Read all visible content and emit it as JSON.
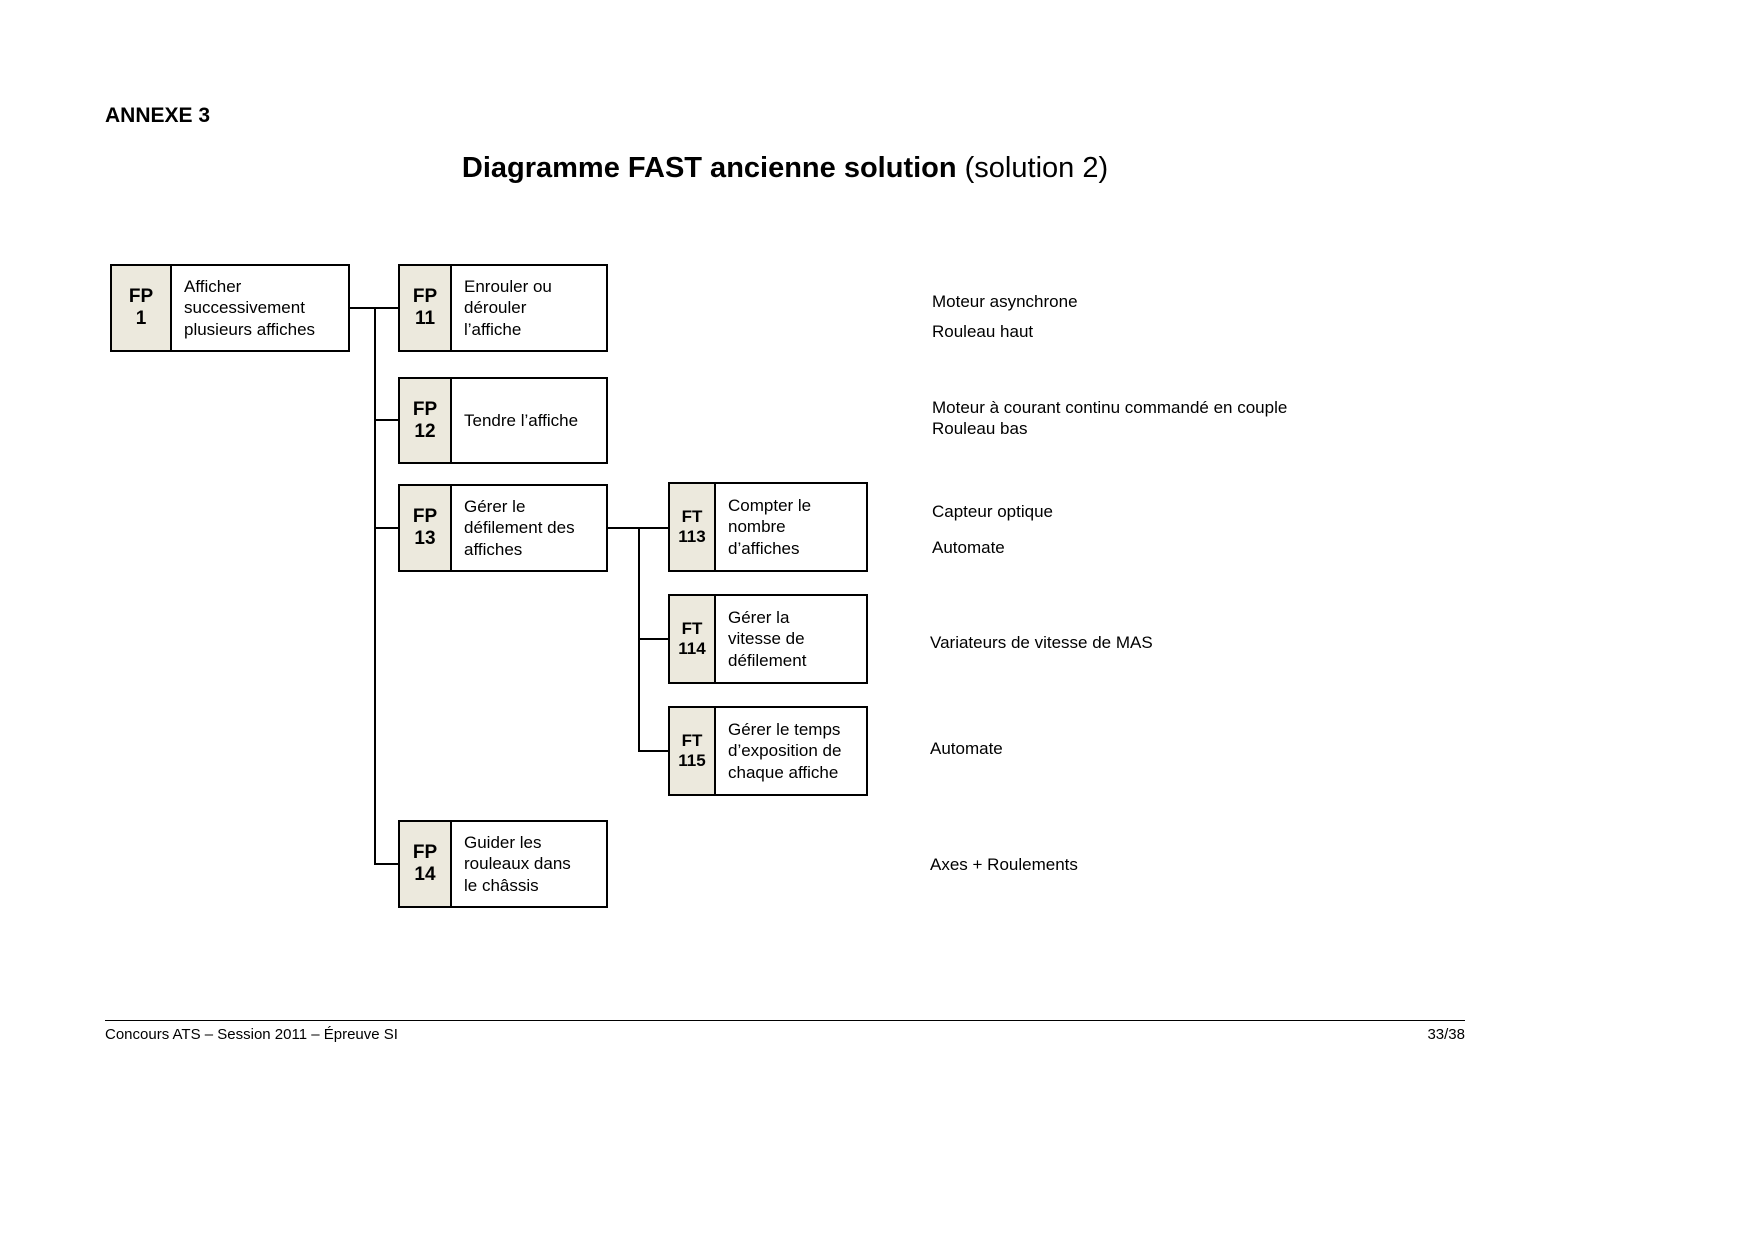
{
  "page": {
    "annexe": "ANNEXE 3",
    "title_bold": "Diagramme FAST ancienne solution",
    "title_normal": " (solution 2)",
    "footer_left": "Concours ATS – Session 2011 – Épreuve SI",
    "footer_right": "33/38"
  },
  "colors": {
    "node_code_bg": "#ece9dd",
    "border": "#000000"
  },
  "nodes": {
    "fp1": {
      "tag": "FP",
      "num": "1",
      "label": "Afficher\nsuccessivement\nplusieurs affiches"
    },
    "fp11": {
      "tag": "FP",
      "num": "11",
      "label": "Enrouler ou\ndérouler\nl’affiche"
    },
    "fp12": {
      "tag": "FP",
      "num": "12",
      "label": "Tendre l’affiche"
    },
    "fp13": {
      "tag": "FP",
      "num": "13",
      "label": "Gérer le\ndéfilement des\naffiches"
    },
    "fp14": {
      "tag": "FP",
      "num": "14",
      "label": "Guider les\nrouleaux dans\nle châssis"
    },
    "ft113": {
      "tag": "FT",
      "num": "113",
      "label": "Compter le\nnombre\nd’affiches"
    },
    "ft114": {
      "tag": "FT",
      "num": "114",
      "label": "Gérer la\nvitesse de\ndéfilement"
    },
    "ft115": {
      "tag": "FT",
      "num": "115",
      "label": "Gérer le temps\nd’exposition de\nchaque affiche"
    }
  },
  "annotations": {
    "moteur_asynchrone": "Moteur asynchrone",
    "rouleau_haut": "Rouleau haut",
    "moteur_cc_rouleau_bas": "Moteur à courant continu commandé en couple\nRouleau bas",
    "capteur_optique": "Capteur optique",
    "automate_1": "Automate",
    "variateurs": "Variateurs de vitesse de MAS",
    "automate_2": "Automate",
    "axes_roulements": "Axes + Roulements"
  }
}
